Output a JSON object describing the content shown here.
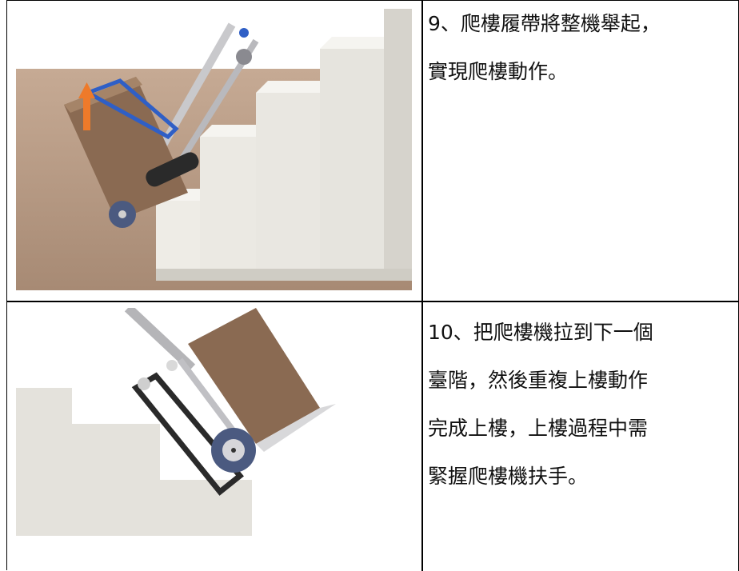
{
  "steps": [
    {
      "lines": [
        "9、爬樓履帶將整機舉起，",
        "實現爬樓動作。"
      ]
    },
    {
      "lines": [
        "10、把爬樓機拉到下一個",
        "臺階，然後重複上樓動作",
        "完成上樓，上樓過程中需",
        "緊握爬樓機扶手。"
      ]
    }
  ],
  "colors": {
    "floor": "#b89a83",
    "stairs": "#e4e2dc",
    "box": "#8a6a52",
    "arrow": "#ee7a2a",
    "strap": "#2f5fc6"
  },
  "icons": {
    "lift_arrow": "up-arrow-icon"
  }
}
